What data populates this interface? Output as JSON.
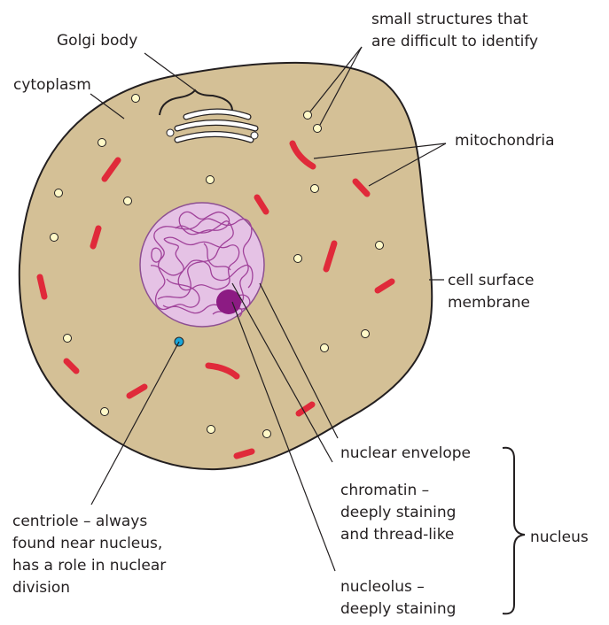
{
  "colors": {
    "cytoplasm": "#d4c096",
    "cell_outline": "#231f20",
    "mitochondria": "#e02a3a",
    "small_structures": "#fff9c8",
    "nucleus": "#e5c2e5",
    "nucleus_outline": "#8d4f92",
    "chromatin": "#a0429a",
    "nucleolus": "#8c1b83",
    "centriole": "#1aa5d8",
    "golgi": "#ffffff"
  },
  "labels": {
    "golgi": "Golgi body",
    "cytoplasm": "cytoplasm",
    "small_structures": [
      "small structures that",
      "are difficult to identify"
    ],
    "mitochondria": "mitochondria",
    "membrane": [
      "cell surface",
      "membrane"
    ],
    "nuclear_envelope": "nuclear envelope",
    "chromatin": [
      "chromatin –",
      "deeply staining",
      "and thread-like"
    ],
    "nucleolus": [
      "nucleolus –",
      "deeply staining"
    ],
    "nucleus": "nucleus",
    "centriole": [
      "centriole – always",
      "found near nucleus,",
      "has a role in nuclear",
      "division"
    ]
  }
}
